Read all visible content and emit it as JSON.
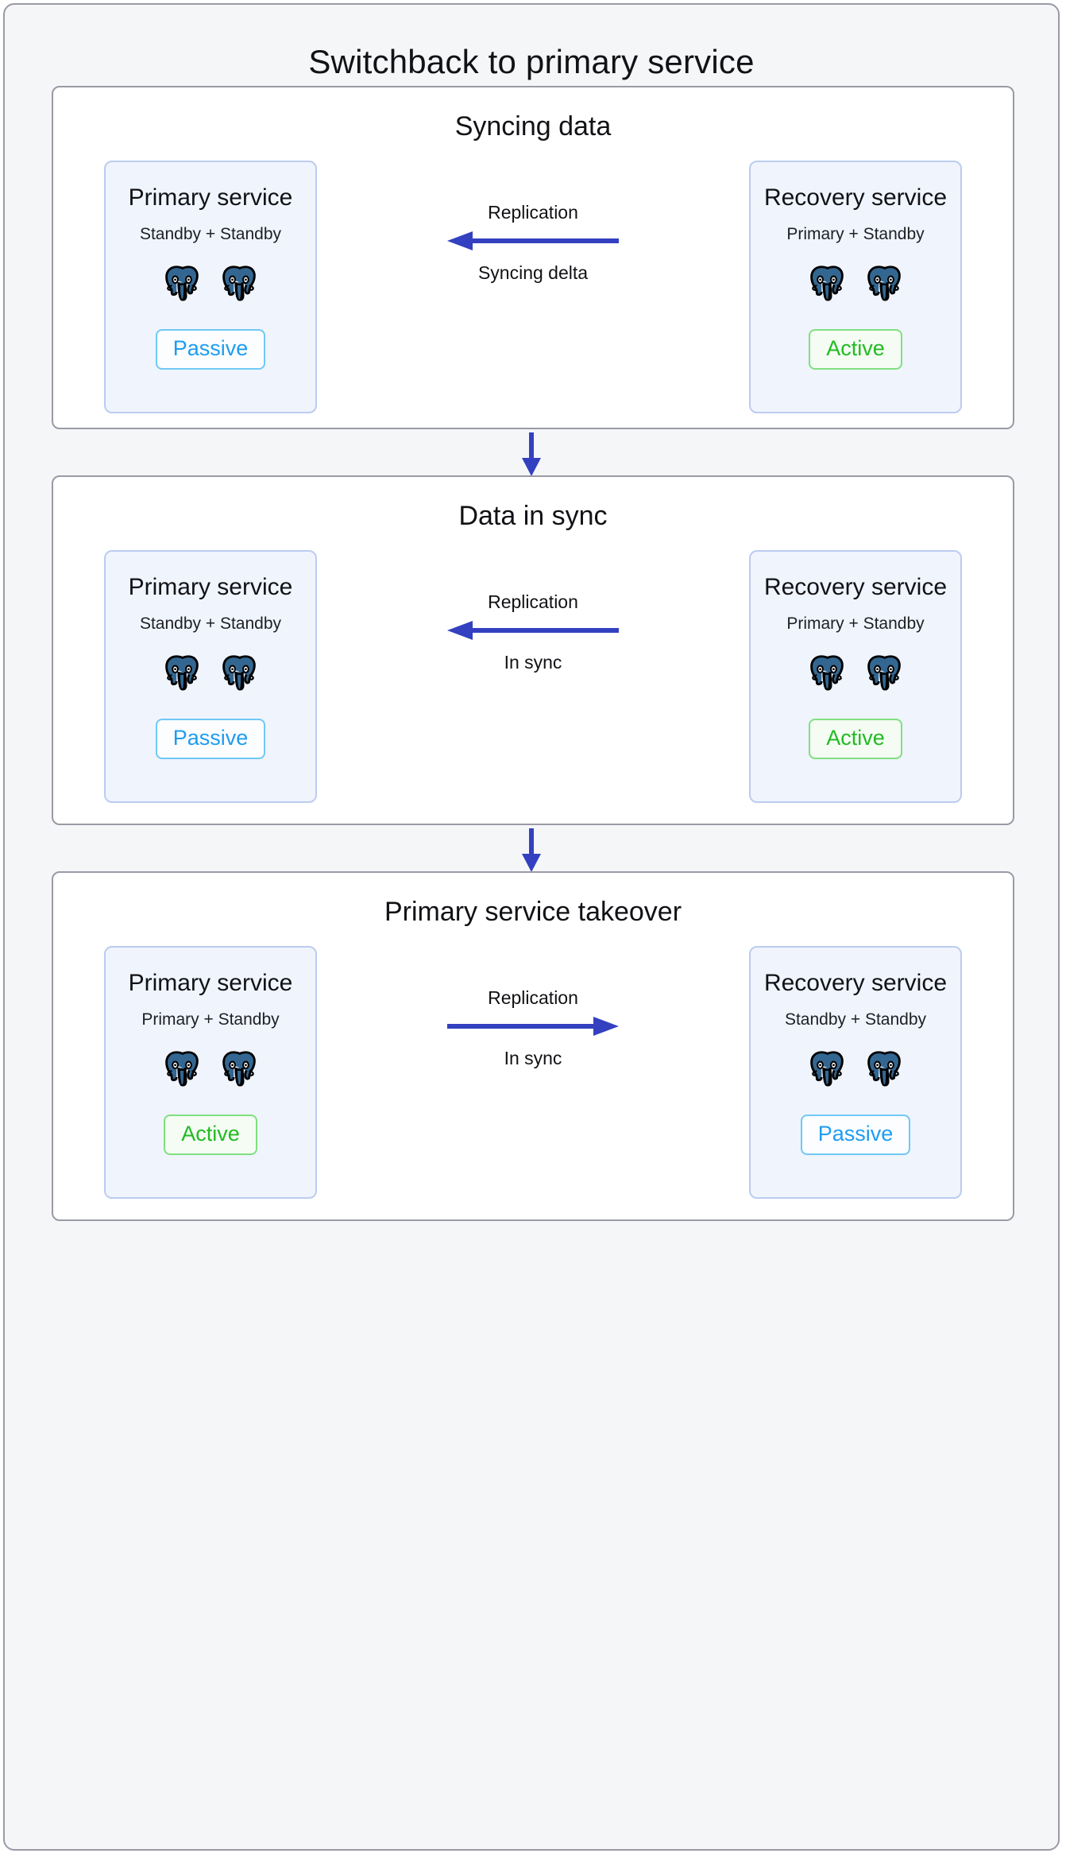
{
  "title": "Switchback to primary service",
  "colors": {
    "page_background": "#f5f6f8",
    "page_border": "#9a9aa6",
    "panel_background": "#ffffff",
    "service_background": "#f0f4fd",
    "service_border": "#bcccf0",
    "arrow": "#3340c0",
    "active_text": "#22bb22",
    "active_border": "#7fe07f",
    "passive_text": "#1f9cf0",
    "passive_border": "#6fc8f5",
    "postgres_body": "#336791",
    "postgres_outline": "#000000"
  },
  "node_icon": "postgresql-elephant-icon",
  "connector_icon": "down-arrow-icon",
  "panels": [
    {
      "title": "Syncing data",
      "left": {
        "name": "Primary service",
        "subtitle": "Standby + Standby",
        "nodes": 2,
        "badge": "Passive",
        "badge_state": "passive"
      },
      "replication": {
        "label": "Replication",
        "sublabel": "Syncing delta",
        "direction": "left",
        "icon": "left-arrow-icon"
      },
      "right": {
        "name": "Recovery service",
        "subtitle": "Primary + Standby",
        "nodes": 2,
        "badge": "Active",
        "badge_state": "active"
      }
    },
    {
      "title": "Data in sync",
      "left": {
        "name": "Primary service",
        "subtitle": "Standby + Standby",
        "nodes": 2,
        "badge": "Passive",
        "badge_state": "passive"
      },
      "replication": {
        "label": "Replication",
        "sublabel": "In sync",
        "direction": "left",
        "icon": "left-arrow-icon"
      },
      "right": {
        "name": "Recovery service",
        "subtitle": "Primary + Standby",
        "nodes": 2,
        "badge": "Active",
        "badge_state": "active"
      }
    },
    {
      "title": "Primary service takeover",
      "left": {
        "name": "Primary service",
        "subtitle": "Primary + Standby",
        "nodes": 2,
        "badge": "Active",
        "badge_state": "active"
      },
      "replication": {
        "label": "Replication",
        "sublabel": "In sync",
        "direction": "right",
        "icon": "right-arrow-icon"
      },
      "right": {
        "name": "Recovery service",
        "subtitle": "Standby + Standby",
        "nodes": 2,
        "badge": "Passive",
        "badge_state": "passive"
      }
    }
  ]
}
